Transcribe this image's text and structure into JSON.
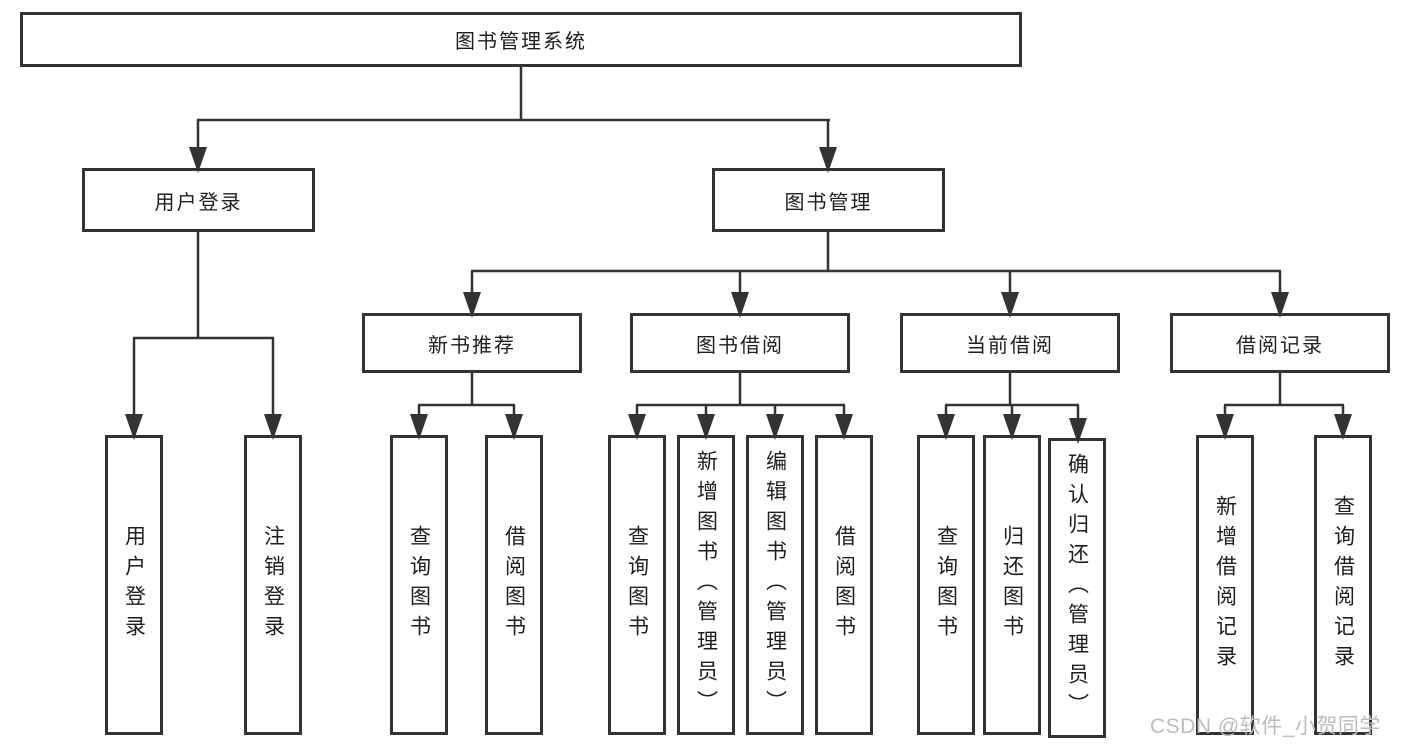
{
  "diagram_title": "图书管理系统",
  "watermark": "CSDN @软件_小贺同学",
  "colors": {
    "line": "#333333",
    "box_border": "#333333",
    "box_background": "#ffffff",
    "text": "#1e1e1e",
    "watermark": "#bdbdbd"
  },
  "tree": {
    "root": "图书管理系统",
    "branches": [
      {
        "label": "用户登录",
        "children": [
          {
            "label": "用户登录"
          },
          {
            "label": "注销登录"
          }
        ]
      },
      {
        "label": "图书管理",
        "children": [
          {
            "label": "新书推荐",
            "children": [
              {
                "label": "查询图书"
              },
              {
                "label": "借阅图书"
              }
            ]
          },
          {
            "label": "图书借阅",
            "children": [
              {
                "label": "查询图书"
              },
              {
                "label": "新增图书（管理员）"
              },
              {
                "label": "编辑图书（管理员）"
              },
              {
                "label": "借阅图书"
              }
            ]
          },
          {
            "label": "当前借阅",
            "children": [
              {
                "label": "查询图书"
              },
              {
                "label": "归还图书"
              },
              {
                "label": "确认归还（管理员）"
              }
            ]
          },
          {
            "label": "借阅记录",
            "children": [
              {
                "label": "新增借阅记录"
              },
              {
                "label": "查询借阅记录"
              }
            ]
          }
        ]
      }
    ]
  }
}
